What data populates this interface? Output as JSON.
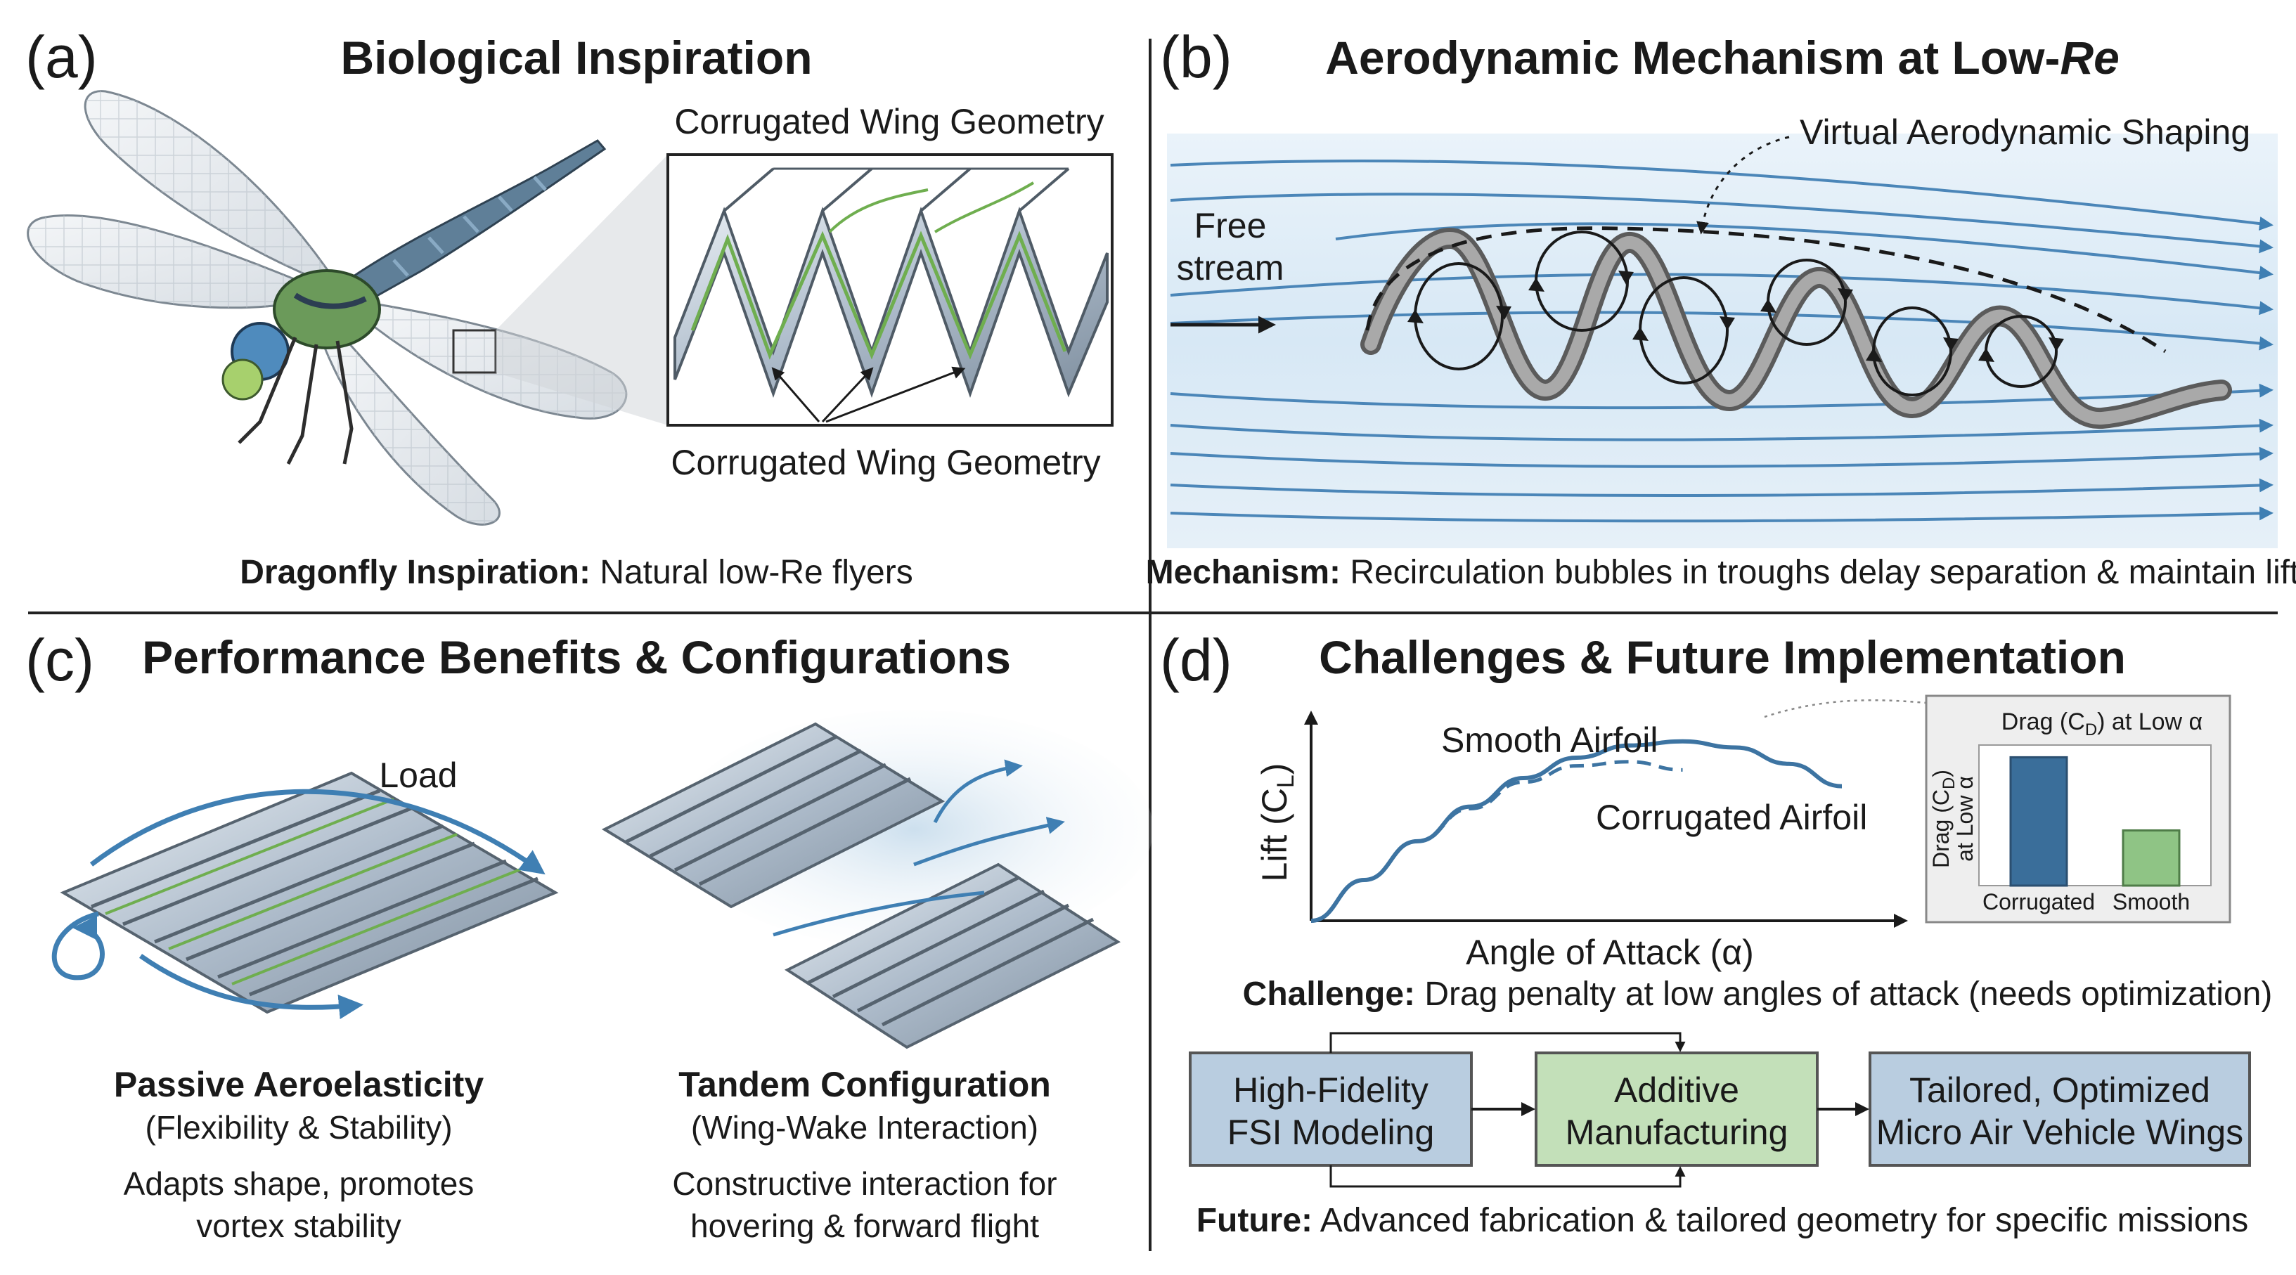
{
  "panels": {
    "a": {
      "tag": "(a)",
      "title": "Biological Inspiration",
      "inset_title": "Corrugated Wing Geometry",
      "inset_caption": "Corrugated Wing Geometry",
      "caption_bold": "Dragonfly Inspiration:",
      "caption_rest": " Natural low-Re flyers"
    },
    "b": {
      "tag": "(b)",
      "title_prefix": "Aerodynamic Mechanism at Low-",
      "title_italic": "Re",
      "shaping_label": "Virtual Aerodynamic Shaping",
      "free_stream_1": "Free",
      "free_stream_2": "stream",
      "caption_bold": "Mechanism:",
      "caption_rest": " Recirculation bubbles in troughs delay separation & maintain lift"
    },
    "c": {
      "tag": "(c)",
      "title": "Performance Benefits & Configurations",
      "load_label": "Load",
      "left_heading": "Passive Aeroelasticity",
      "left_sub": "(Flexibility & Stability)",
      "left_desc_1": "Adapts shape, promotes",
      "left_desc_2": "vortex stability",
      "right_heading": "Tandem Configuration",
      "right_sub": "(Wing-Wake Interaction)",
      "right_desc_1": "Constructive interaction for",
      "right_desc_2": "hovering & forward flight"
    },
    "d": {
      "tag": "(d)",
      "title": "Challenges & Future Implementation",
      "challenge_bold": "Challenge:",
      "challenge_rest": " Drag penalty at low angles of attack (needs optimization)",
      "future_bold": "Future:",
      "future_rest": " Advanced fabrication & tailored geometry for specific missions",
      "flow": [
        {
          "line1": "High-Fidelity",
          "line2": "FSI Modeling",
          "fill": "#b9cde0"
        },
        {
          "line1": "Additive",
          "line2": "Manufacturing",
          "fill": "#c3e0b9"
        },
        {
          "line1": "Tailored, Optimized",
          "line2": "Micro Air Vehicle Wings",
          "fill": "#b9cde0"
        }
      ]
    }
  },
  "chart_data": [
    {
      "type": "line",
      "title": "",
      "xlabel": "Angle of Attack (α)",
      "ylabel_main": "Lift (C",
      "ylabel_sub": "L",
      "ylabel_close": ")",
      "x": [
        0,
        1,
        2,
        3,
        4,
        5,
        6,
        7,
        8,
        9,
        10
      ],
      "series": [
        {
          "name": "Smooth Airfoil",
          "style": "solid",
          "values": [
            0,
            2.0,
            3.9,
            5.6,
            7.0,
            8.0,
            8.6,
            8.8,
            8.5,
            7.7,
            6.6
          ]
        },
        {
          "name": "Corrugated Airfoil",
          "style": "dashed",
          "values": [
            0,
            2.0,
            3.9,
            5.5,
            6.8,
            7.6,
            7.8,
            7.4
          ]
        }
      ],
      "ylim": [
        0,
        10
      ],
      "grid": false,
      "color": "#3d74a2"
    },
    {
      "type": "bar",
      "title_main": "Drag (C",
      "title_sub": "D",
      "title_close": ") at Low α",
      "ylabel_main": "Drag (C",
      "ylabel_sub": "D",
      "ylabel_close": ")",
      "ylabel_line2": "at Low α",
      "categories": [
        "Corrugated",
        "Smooth"
      ],
      "values": [
        1.0,
        0.43
      ],
      "colors": [
        "#3a6e9a",
        "#8fc485"
      ],
      "ylim": [
        0,
        1.15
      ]
    }
  ],
  "colors": {
    "flow_line": "#4b86b8",
    "wing_gray": "#8c8c8c",
    "accent_blue": "#3d74a2",
    "vein_green": "#6fae4f"
  }
}
